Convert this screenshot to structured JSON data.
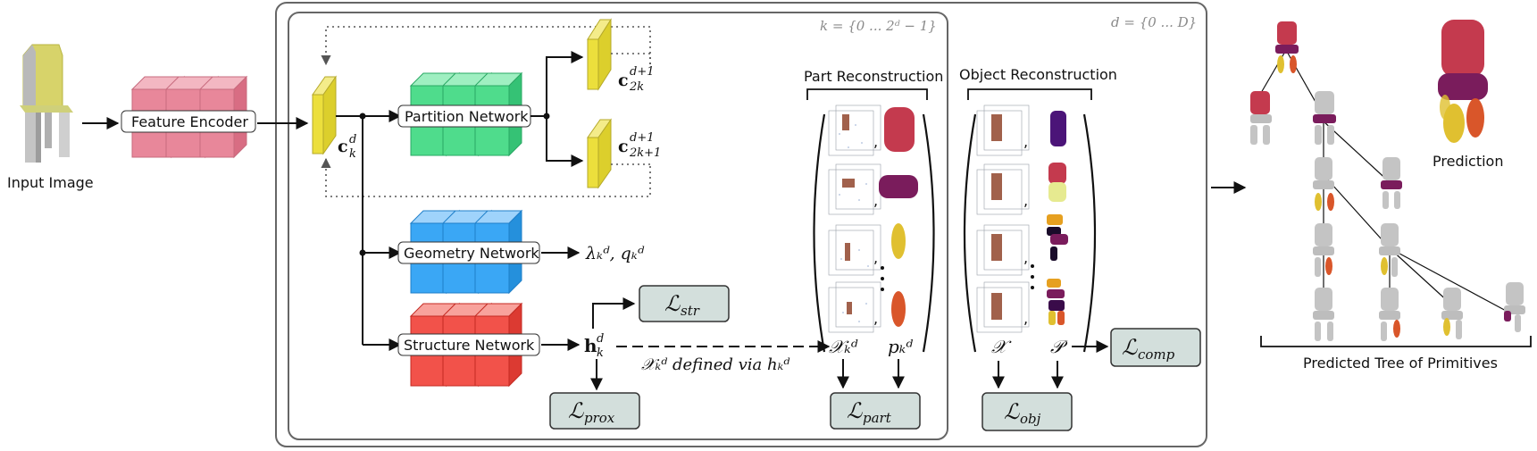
{
  "input": {
    "label": "Input Image"
  },
  "modules": {
    "feature_encoder": "Feature Encoder",
    "partition_network": "Partition Network",
    "geometry_network": "Geometry Network",
    "structure_network": "Structure Network"
  },
  "loops": {
    "inner": "k = {0 ... 2ᵈ − 1}",
    "outer": "d = {0 ... D}"
  },
  "symbols": {
    "c_kd": "c",
    "c_kd_sup": "d",
    "c_kd_sub": "k",
    "c_child1": "c",
    "c_child1_sup": "d+1",
    "c_child1_sub": "2k",
    "c_child2": "c",
    "c_child2_sup": "d+1",
    "c_child2_sub": "2k+1",
    "geometry_out": "λₖᵈ, qₖᵈ",
    "h": "h",
    "h_sup": "d",
    "h_sub": "k",
    "defined_via": "𝒳ₖᵈ defined via hₖᵈ",
    "x_kd": "𝒳ₖᵈ",
    "p_kd": "pₖᵈ",
    "x_all": "𝒳",
    "p_all": "𝒫"
  },
  "losses": {
    "str": "ℒ",
    "str_sub": "str",
    "prox": "ℒ",
    "prox_sub": "prox",
    "part": "ℒ",
    "part_sub": "part",
    "obj": "ℒ",
    "obj_sub": "obj",
    "comp": "ℒ",
    "comp_sub": "comp"
  },
  "sections": {
    "part_reconstruction": "Part Reconstruction",
    "object_reconstruction": "Object Reconstruction"
  },
  "outputs": {
    "prediction": "Prediction",
    "predicted_tree": "Predicted Tree of Primitives"
  },
  "colors": {
    "encoder": "#e8879a",
    "partition": "#4fdc8c",
    "geometry": "#3aa7f5",
    "structure": "#f2524a",
    "feature": "#ecdf3c",
    "loss_fill": "#d3dfdc",
    "primitive_red": "#c43a4e",
    "primitive_purple": "#7a1c5c",
    "primitive_yellow": "#e0c030",
    "primitive_orange": "#d9562a"
  }
}
